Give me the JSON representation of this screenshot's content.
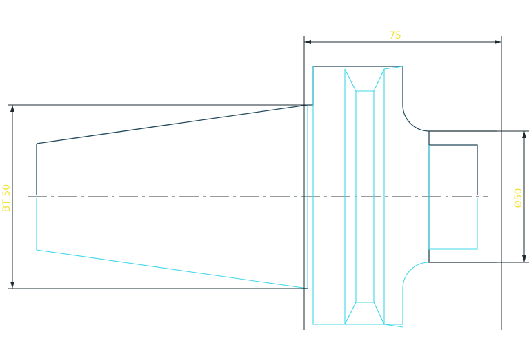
{
  "drawing": {
    "type": "BT50 tool holder drawing",
    "dimensions": {
      "length": "75",
      "taper": "BT 50",
      "diameter": "Ø50"
    },
    "colors": {
      "background": "#ffffff",
      "outline": "#21495a",
      "cyan_lines": "#3fd8e8",
      "dimension_lines": "#1e2b30",
      "dimension_text": "#f0e43c"
    }
  }
}
